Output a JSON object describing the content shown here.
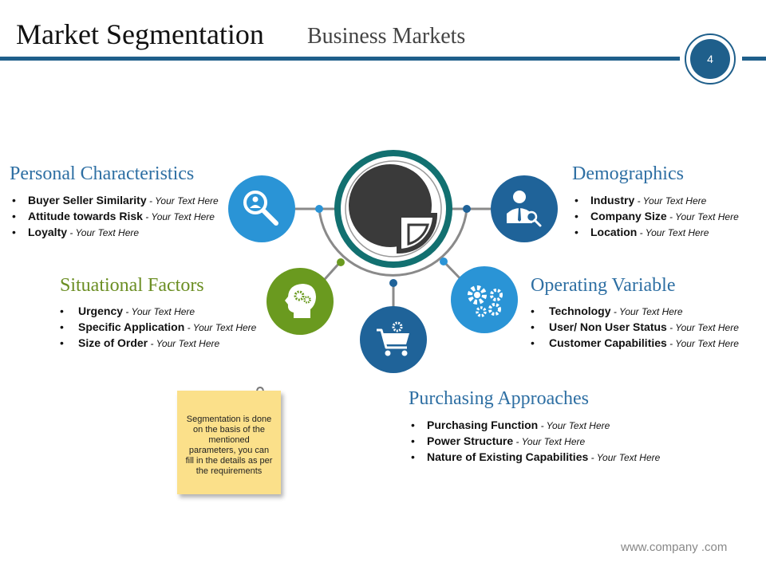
{
  "header": {
    "title": "Market Segmentation",
    "subtitle": "Business Markets",
    "page_number": "4"
  },
  "icons": {
    "center": "pie-chart-icon",
    "personal": "search-user-icon",
    "demographics": "person-magnifier-icon",
    "situational": "head-gears-icon",
    "operating": "gears-icon",
    "purchasing": "shopping-cart-gear-icon"
  },
  "colors": {
    "accent_blue": "#1f5f8b",
    "heading_blue": "#2e6fa3",
    "circle_blue": "#2a94d6",
    "circle_dark_blue": "#1f6399",
    "circle_green": "#6a9a1f",
    "center_ring": "#127070",
    "note_yellow": "#fbe08a"
  },
  "segments": {
    "personal": {
      "heading": "Personal Characteristics",
      "items": [
        {
          "term": "Buyer Seller Similarity",
          "desc": " - Your Text Here"
        },
        {
          "term": "Attitude towards Risk",
          "desc": " - Your Text Here"
        },
        {
          "term": "Loyalty",
          "desc": " - Your Text Here"
        }
      ]
    },
    "demographics": {
      "heading": "Demographics",
      "items": [
        {
          "term": "Industry",
          "desc": " - Your Text Here"
        },
        {
          "term": "Company Size",
          "desc": " - Your Text Here"
        },
        {
          "term": "Location",
          "desc": " - Your Text Here"
        }
      ]
    },
    "situational": {
      "heading": "Situational Factors",
      "items": [
        {
          "term": "Urgency",
          "desc": " - Your Text Here"
        },
        {
          "term": "Specific Application",
          "desc": " - Your Text Here"
        },
        {
          "term": "Size of Order",
          "desc": " - Your Text Here"
        }
      ]
    },
    "operating": {
      "heading": "Operating Variable",
      "items": [
        {
          "term": "Technology",
          "desc": " - Your Text Here"
        },
        {
          "term": "User/ Non User Status",
          "desc": " - Your Text Here"
        },
        {
          "term": "Customer Capabilities",
          "desc": " - Your Text Here"
        }
      ]
    },
    "purchasing": {
      "heading": "Purchasing Approaches",
      "items": [
        {
          "term": "Purchasing Function",
          "desc": " - Your Text Here"
        },
        {
          "term": "Power Structure",
          "desc": " - Your Text Here"
        },
        {
          "term": "Nature of Existing Capabilities",
          "desc": " - Your Text Here"
        }
      ]
    }
  },
  "note": {
    "text": "Segmentation is done on the basis of the mentioned parameters, you can fill in the details as per the requirements",
    "icon": "paperclip-icon"
  },
  "footer": {
    "website": "www.company .com"
  }
}
